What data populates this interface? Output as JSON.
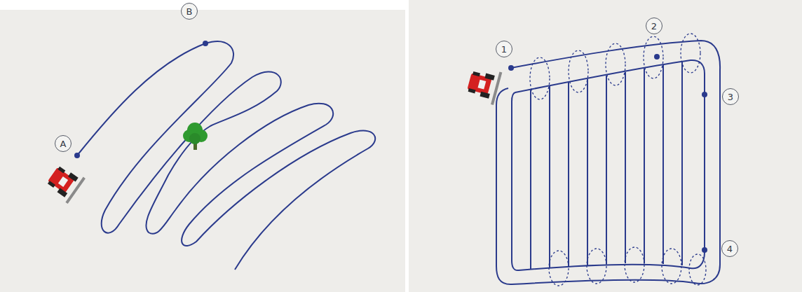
{
  "diagram": {
    "nodes": [
      {
        "text": [
          "A"
        ]
      },
      {
        "text": [
          "B"
        ]
      },
      {
        "text": [
          "1"
        ]
      },
      {
        "text": [
          "2"
        ]
      },
      {
        "text": [
          "3"
        ]
      },
      {
        "text": [
          "4"
        ]
      }
    ]
  }
}
